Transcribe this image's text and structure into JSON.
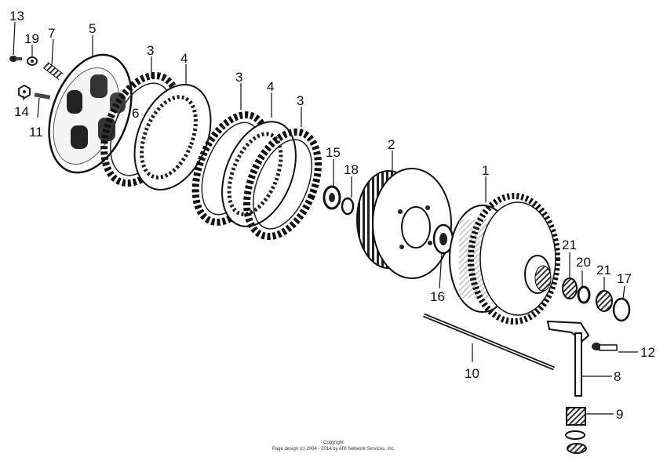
{
  "diagram": {
    "callouts": [
      "13",
      "19",
      "7",
      "5",
      "3",
      "4",
      "14",
      "11",
      "6",
      "3",
      "4",
      "3",
      "15",
      "18",
      "2",
      "1",
      "16",
      "21",
      "20",
      "21",
      "17",
      "12",
      "10",
      "8",
      "9"
    ],
    "copyright": {
      "line1": "Copyright",
      "line2": "Page design (c) 2004 - 2014 by ARI Network Services, Inc."
    }
  }
}
